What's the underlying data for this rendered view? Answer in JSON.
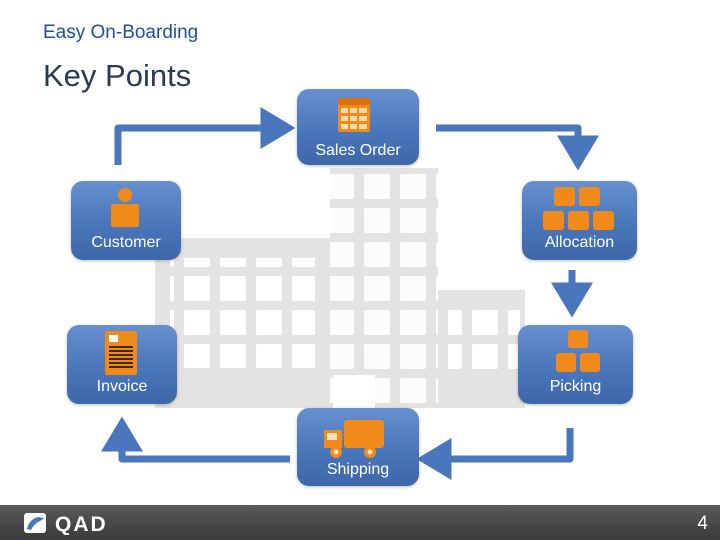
{
  "header": {
    "subtitle": "Easy On-Boarding",
    "title": "Key Points"
  },
  "nodes": {
    "sales_order": "Sales Order",
    "customer": "Customer",
    "allocation": "Allocation",
    "invoice": "Invoice",
    "picking": "Picking",
    "shipping": "Shipping"
  },
  "colors": {
    "node": "#4a76bb",
    "arrow": "#4a76bb",
    "icon": "#f08a1a",
    "building": "#e3e3e3"
  },
  "footer": {
    "logo_text": "QAD",
    "page_number": "4"
  }
}
